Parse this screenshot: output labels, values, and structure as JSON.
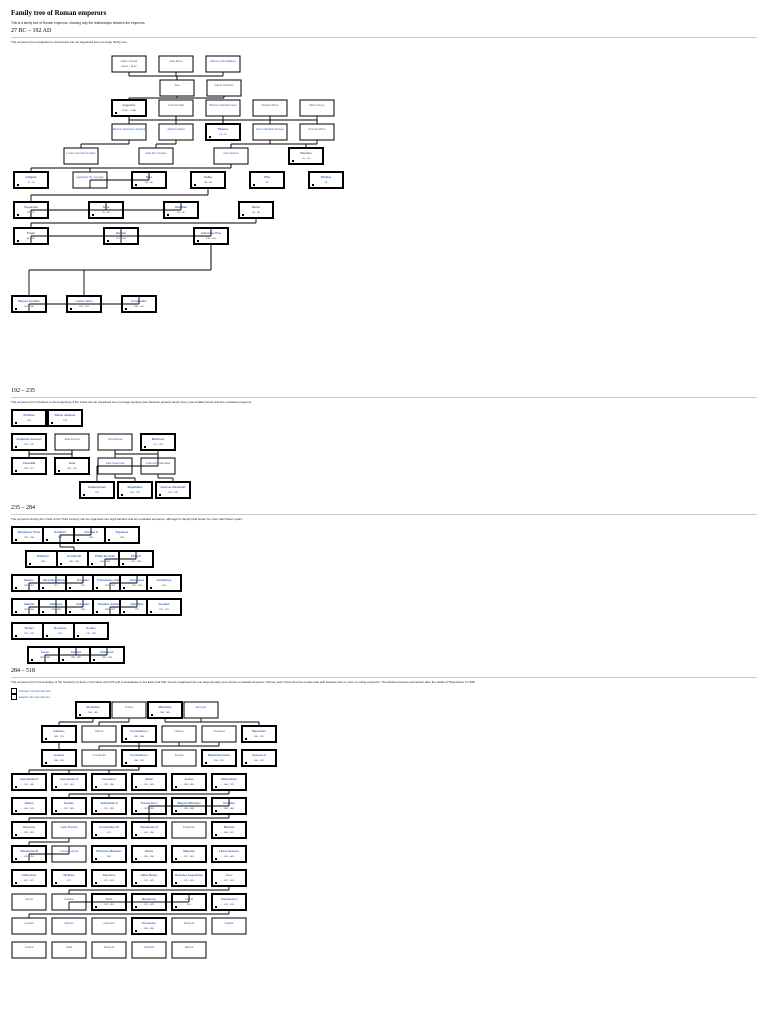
{
  "page": {
    "title": "Family tree of Roman emperors",
    "intro": "This is a family tree of Roman emperors, showing only the relationships between the emperors."
  },
  "sections": [
    {
      "heading": "27 BC – 192 AD",
      "description": "The emperors from Augustus to Commodus can be organised into one large family tree."
    },
    {
      "heading": "192 – 235",
      "description": "The emperors from Pertinax to the beginning of the Crisis can be organised into one large dynasty (see Severan dynasty family tree), plus smaller family and two unrelated emperors."
    },
    {
      "heading": "235 – 284",
      "description": "The emperors during the Crisis of the Third Century can be organised into eight families and six unrelated emperors, although no family held power for more than fifteen years."
    },
    {
      "heading": "284 – 518",
      "description": "The emperors from the founding of the Tetrarchy to Zeno in the West until 476 and to Anastasius in the East until 518, can be organised into one large dynasty plus various unrelated emperors. During most of this time the empire was split between two or more co-ruling emperors. The division became permanent after the death of Theodosius I in 395."
    }
  ],
  "legend": {
    "items": [
      {
        "label": "Western Roman Empire",
        "color": "#ffffff"
      },
      {
        "label": "Eastern Roman Empire",
        "color": "#ffffff"
      }
    ]
  },
  "tree": {
    "section1": [
      {
        "label": "Julius Caesar",
        "sub": "100 BC – 44 BC",
        "bold": false
      },
      {
        "label": "Julia Minor",
        "sub": "",
        "bold": false
      },
      {
        "label": "Marcus Atius Balbus",
        "sub": "",
        "bold": false
      },
      {
        "label": "Atia",
        "sub": "",
        "bold": false
      },
      {
        "label": "Gaius Octavius",
        "sub": "",
        "bold": false
      },
      {
        "label": "Augustus",
        "sub": "27 BC – 14 AD",
        "bold": true
      },
      {
        "label": "Livia Drusilla",
        "sub": "",
        "bold": false
      },
      {
        "label": "Tiberius Claudius Nero",
        "sub": "",
        "bold": false
      },
      {
        "label": "Octavia Minor",
        "sub": "",
        "bold": false
      },
      {
        "label": "Mark Antony",
        "sub": "",
        "bold": false
      },
      {
        "label": "Marcus Vipsanius Agrippa",
        "sub": "",
        "bold": false
      },
      {
        "label": "Julia the Elder",
        "sub": "",
        "bold": false
      },
      {
        "label": "Tiberius",
        "sub": "14 – 37",
        "bold": true
      },
      {
        "label": "Nero Claudius Drusus",
        "sub": "",
        "bold": false
      },
      {
        "label": "Antonia Minor",
        "sub": "",
        "bold": false
      },
      {
        "label": "Lucius Aemilius Paullus",
        "sub": "",
        "bold": false
      },
      {
        "label": "Julia the Younger",
        "sub": "",
        "bold": false
      },
      {
        "label": "Germanicus",
        "sub": "",
        "bold": false
      },
      {
        "label": "Claudius",
        "sub": "41 – 54",
        "bold": true
      },
      {
        "label": "Caligula",
        "sub": "37 – 41",
        "bold": true
      },
      {
        "label": "Agrippina the Younger",
        "sub": "",
        "bold": false
      },
      {
        "label": "Nero",
        "sub": "54 – 68",
        "bold": true
      },
      {
        "label": "Galba",
        "sub": "68 – 69",
        "bold": true
      },
      {
        "label": "Otho",
        "sub": "69",
        "bold": true
      },
      {
        "label": "Vitellius",
        "sub": "69",
        "bold": true
      },
      {
        "label": "Vespasian",
        "sub": "69 – 79",
        "bold": true
      },
      {
        "label": "Titus",
        "sub": "79 – 81",
        "bold": true
      },
      {
        "label": "Domitian",
        "sub": "81 – 96",
        "bold": true
      },
      {
        "label": "Nerva",
        "sub": "96 – 98",
        "bold": true
      },
      {
        "label": "Trajan",
        "sub": "98 – 117",
        "bold": true
      },
      {
        "label": "Hadrian",
        "sub": "117 – 138",
        "bold": true
      },
      {
        "label": "Antoninus Pius",
        "sub": "138 – 161",
        "bold": true
      },
      {
        "label": "Marcus Aurelius",
        "sub": "161 – 180",
        "bold": true
      },
      {
        "label": "Lucius Verus",
        "sub": "161 – 169",
        "bold": true
      },
      {
        "label": "Commodus",
        "sub": "180 – 192",
        "bold": true
      }
    ],
    "section2": [
      {
        "label": "Pertinax",
        "sub": "193",
        "bold": true
      },
      {
        "label": "Didius Julianus",
        "sub": "193",
        "bold": true
      },
      {
        "label": "Septimius Severus",
        "sub": "193 – 211",
        "bold": true
      },
      {
        "label": "Julia Domna",
        "sub": "",
        "bold": false
      },
      {
        "label": "Julia Maesa",
        "sub": "",
        "bold": false
      },
      {
        "label": "Macrinus",
        "sub": "217 – 218",
        "bold": true
      },
      {
        "label": "Caracalla",
        "sub": "198 – 217",
        "bold": true
      },
      {
        "label": "Geta",
        "sub": "209 – 211",
        "bold": true
      },
      {
        "label": "Julia Soaemias",
        "sub": "",
        "bold": false
      },
      {
        "label": "Julia Avita Mamaea",
        "sub": "",
        "bold": false
      },
      {
        "label": "Diadumenian",
        "sub": "218",
        "bold": true
      },
      {
        "label": "Elagabalus",
        "sub": "218 – 222",
        "bold": true
      },
      {
        "label": "Severus Alexander",
        "sub": "222 – 235",
        "bold": true
      }
    ],
    "section3": [
      {
        "label": "Maximinus Thrax",
        "sub": "235 – 238",
        "bold": true
      },
      {
        "label": "Gordian I",
        "sub": "238",
        "bold": true
      },
      {
        "label": "Gordian II",
        "sub": "238",
        "bold": true
      },
      {
        "label": "Pupienus",
        "sub": "238",
        "bold": true
      },
      {
        "label": "Balbinus",
        "sub": "238",
        "bold": true
      },
      {
        "label": "Gordian III",
        "sub": "238 – 244",
        "bold": true
      },
      {
        "label": "Philip the Arab",
        "sub": "244 – 249",
        "bold": true
      },
      {
        "label": "Philip II",
        "sub": "247 – 249",
        "bold": true
      },
      {
        "label": "Decius",
        "sub": "249 – 251",
        "bold": true
      },
      {
        "label": "Herennius Etruscus",
        "sub": "251",
        "bold": true
      },
      {
        "label": "Hostilian",
        "sub": "251",
        "bold": true
      },
      {
        "label": "Trebonianus Gallus",
        "sub": "251 – 253",
        "bold": true
      },
      {
        "label": "Volusianus",
        "sub": "251 – 253",
        "bold": true
      },
      {
        "label": "Aemilianus",
        "sub": "253",
        "bold": true
      },
      {
        "label": "Valerian",
        "sub": "253 – 260",
        "bold": true
      },
      {
        "label": "Gallienus",
        "sub": "253 – 268",
        "bold": true
      },
      {
        "label": "Saloninus",
        "sub": "260",
        "bold": true
      },
      {
        "label": "Claudius Gothicus",
        "sub": "268 – 270",
        "bold": true
      },
      {
        "label": "Quintillus",
        "sub": "270",
        "bold": true
      },
      {
        "label": "Aurelian",
        "sub": "270 – 275",
        "bold": true
      },
      {
        "label": "Tacitus",
        "sub": "275 – 276",
        "bold": true
      },
      {
        "label": "Florianus",
        "sub": "276",
        "bold": true
      },
      {
        "label": "Probus",
        "sub": "276 – 282",
        "bold": true
      },
      {
        "label": "Carus",
        "sub": "282 – 283",
        "bold": true
      },
      {
        "label": "Carinus",
        "sub": "283 – 285",
        "bold": true
      },
      {
        "label": "Numerian",
        "sub": "283 – 284",
        "bold": true
      }
    ],
    "section4": [
      {
        "label": "Diocletian",
        "sub": "284 – 305",
        "bold": true
      },
      {
        "label": "Prisca",
        "sub": "",
        "bold": false
      },
      {
        "label": "Maximian",
        "sub": "286 – 305",
        "bold": true
      },
      {
        "label": "Eutropia",
        "sub": "",
        "bold": false
      },
      {
        "label": "Galerius",
        "sub": "305 – 311",
        "bold": true
      },
      {
        "label": "Valeria",
        "sub": "",
        "bold": false
      },
      {
        "label": "Constantius I",
        "sub": "305 – 306",
        "bold": true
      },
      {
        "label": "Helena",
        "sub": "",
        "bold": false
      },
      {
        "label": "Theodora",
        "sub": "",
        "bold": false
      },
      {
        "label": "Maxentius",
        "sub": "306 – 312",
        "bold": true
      },
      {
        "label": "Licinius",
        "sub": "308 – 324",
        "bold": true
      },
      {
        "label": "Constantia",
        "sub": "",
        "bold": false
      },
      {
        "label": "Constantine I",
        "sub": "306 – 337",
        "bold": true
      },
      {
        "label": "Fausta",
        "sub": "",
        "bold": false
      },
      {
        "label": "Maximinus Daza",
        "sub": "310 – 313",
        "bold": true
      },
      {
        "label": "Severus II",
        "sub": "306 – 307",
        "bold": true
      },
      {
        "label": "Constantine II",
        "sub": "337 – 340",
        "bold": true
      },
      {
        "label": "Constantius II",
        "sub": "337 – 361",
        "bold": true
      },
      {
        "label": "Constans I",
        "sub": "337 – 350",
        "bold": true
      },
      {
        "label": "Julian",
        "sub": "361 – 363",
        "bold": true
      },
      {
        "label": "Jovian",
        "sub": "363 – 364",
        "bold": true
      },
      {
        "label": "Valentinian I",
        "sub": "364 – 375",
        "bold": true
      },
      {
        "label": "Valens",
        "sub": "364 – 378",
        "bold": true
      },
      {
        "label": "Gratian",
        "sub": "367 – 383",
        "bold": true
      },
      {
        "label": "Valentinian II",
        "sub": "375 – 392",
        "bold": true
      },
      {
        "label": "Theodosius I",
        "sub": "379 – 395",
        "bold": true
      },
      {
        "label": "Magnus Maximus",
        "sub": "383 – 388",
        "bold": true
      },
      {
        "label": "Arcadius",
        "sub": "383 – 408",
        "bold": true
      },
      {
        "label": "Honorius",
        "sub": "393 – 423",
        "bold": true
      },
      {
        "label": "Galla Placidia",
        "sub": "",
        "bold": false
      },
      {
        "label": "Constantius III",
        "sub": "421",
        "bold": true
      },
      {
        "label": "Theodosius II",
        "sub": "402 – 450",
        "bold": true
      },
      {
        "label": "Pulcheria",
        "sub": "",
        "bold": false
      },
      {
        "label": "Marcian",
        "sub": "450 – 457",
        "bold": true
      },
      {
        "label": "Valentinian III",
        "sub": "425 – 455",
        "bold": true
      },
      {
        "label": "Licinia Eudoxia",
        "sub": "",
        "bold": false
      },
      {
        "label": "Petronius Maximus",
        "sub": "455",
        "bold": true
      },
      {
        "label": "Avitus",
        "sub": "455 – 456",
        "bold": true
      },
      {
        "label": "Majorian",
        "sub": "457 – 461",
        "bold": true
      },
      {
        "label": "Libius Severus",
        "sub": "461 – 465",
        "bold": true
      },
      {
        "label": "Anthemius",
        "sub": "467 – 472",
        "bold": true
      },
      {
        "label": "Olybrius",
        "sub": "472",
        "bold": true
      },
      {
        "label": "Glycerius",
        "sub": "473 – 474",
        "bold": true
      },
      {
        "label": "Julius Nepos",
        "sub": "474 – 475",
        "bold": true
      },
      {
        "label": "Romulus Augustulus",
        "sub": "475 – 476",
        "bold": true
      },
      {
        "label": "Leo I",
        "sub": "457 – 474",
        "bold": true
      },
      {
        "label": "Verina",
        "sub": "",
        "bold": false
      },
      {
        "label": "Ariadne",
        "sub": "",
        "bold": false
      },
      {
        "label": "Zeno",
        "sub": "474 – 491",
        "bold": true
      },
      {
        "label": "Basiliscus",
        "sub": "475 – 476",
        "bold": true
      },
      {
        "label": "Leo II",
        "sub": "474",
        "bold": true
      },
      {
        "label": "Anastasius I",
        "sub": "491 – 518",
        "bold": true
      },
      {
        "label": "Leontia",
        "sub": "",
        "bold": false
      },
      {
        "label": "Marcus",
        "sub": "",
        "bold": false
      },
      {
        "label": "unknown",
        "sub": "",
        "bold": false
      },
      {
        "label": "Procopius",
        "sub": "365 – 366",
        "bold": true
      },
      {
        "label": "Eudoxia",
        "sub": "",
        "bold": false
      },
      {
        "label": "Flacilla",
        "sub": "",
        "bold": false
      },
      {
        "label": "Justina",
        "sub": "",
        "bold": false
      },
      {
        "label": "Galla",
        "sub": "",
        "bold": false
      },
      {
        "label": "Eudocia",
        "sub": "",
        "bold": false
      },
      {
        "label": "Placidia",
        "sub": "",
        "bold": false
      },
      {
        "label": "Marina",
        "sub": "",
        "bold": false
      }
    ]
  }
}
